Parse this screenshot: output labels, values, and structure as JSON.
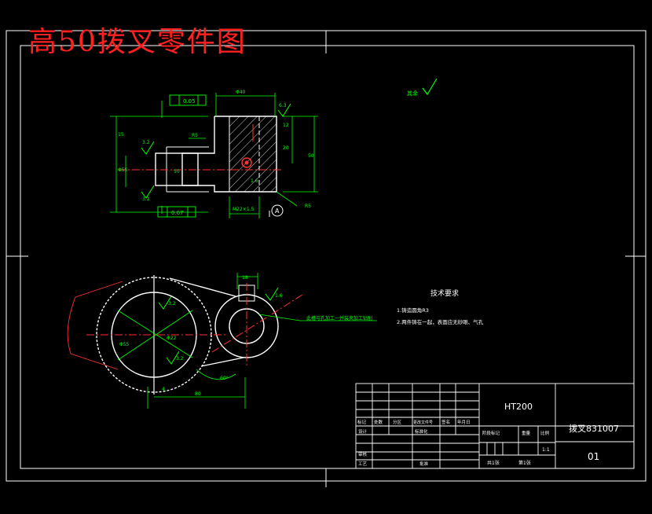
{
  "title": "高50拨叉零件图",
  "roughness_label": "其余",
  "tech_req": {
    "heading": "技术要求",
    "items": [
      "1.铸造圆角R3",
      "2.两件铸在一起，表面应无砂眼、气孔"
    ]
  },
  "callout_note": "此槽与孔加工一并装夹加工钻削",
  "section_dims": {
    "top_width": "Φ40",
    "height": "30",
    "left_h": "50",
    "tol_top": "0.05",
    "tol_bot": "0.07",
    "r_top": "R5",
    "r_bot": "R5",
    "rough_a": "3.2",
    "rough_b": "3.2",
    "rough_c": "6.3",
    "rough_d": "1.6",
    "m_thread": "M22×1.5",
    "datum": "A",
    "dim_right_1": "12",
    "dim_right_2": "20",
    "dim_right_3": "50",
    "dim_left_1": "15",
    "dim_left_2": "Φ55"
  },
  "plan_dims": {
    "big_dia": "Φ55",
    "small_dia": "Φ22",
    "top_w": "18",
    "angle": "60°",
    "center_dist": "80",
    "left_gap": "4",
    "rough_1": "3.2",
    "rough_2": "3.2",
    "rough_3": "1.6"
  },
  "title_block": {
    "material": "HT200",
    "part_name": "拨叉831007",
    "drawing_no": "01",
    "scale": "1:1",
    "header_cells": [
      "标记",
      "处数",
      "分区",
      "更改文件号",
      "签名",
      "年月日"
    ],
    "row_labels": [
      "设计",
      "标准化",
      "审核",
      "工艺",
      "批准"
    ],
    "stage_cells": [
      "阶段标记",
      "重量",
      "比例"
    ],
    "sheet_info": [
      "共1张",
      "第1张"
    ]
  }
}
